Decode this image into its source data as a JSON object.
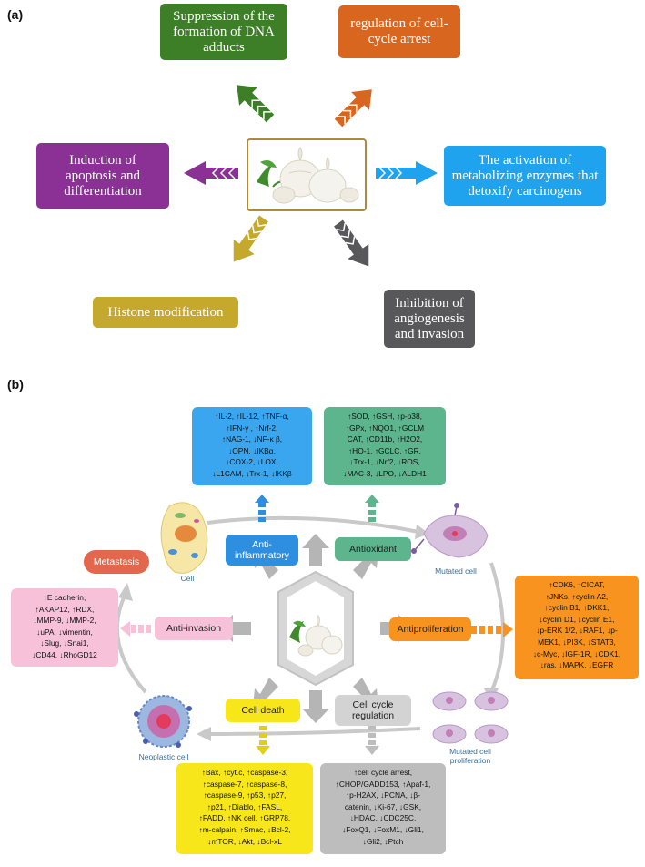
{
  "panel_a": {
    "label": "(a)",
    "boxes": [
      {
        "id": "suppression",
        "text": "Suppression of the formation of DNA adducts",
        "color": "#3c7f27"
      },
      {
        "id": "cell-cycle-arrest",
        "text": "regulation of cell-cycle arrest",
        "color": "#d9661f"
      },
      {
        "id": "apoptosis",
        "text": "Induction of apoptosis and differentiation",
        "color": "#8b3196"
      },
      {
        "id": "metabolizing",
        "text": "The activation of metabolizing enzymes that detoxify carcinogens",
        "color": "#1fa3ef"
      },
      {
        "id": "histone",
        "text": "Histone modification",
        "color": "#c5a92c"
      },
      {
        "id": "angiogenesis",
        "text": "Inhibition of angiogenesis and invasion",
        "color": "#58585a"
      }
    ]
  },
  "panel_b": {
    "label": "(b)",
    "mechanisms": {
      "anti_inflammatory": "Anti-inflammatory",
      "antioxidant": "Antioxidant",
      "antiproliferation": "Antiproliferation",
      "anti_invasion": "Anti-invasion",
      "cell_death": "Cell death",
      "cell_cycle": "Cell cycle regulation",
      "metastasis": "Metastasis"
    },
    "captions": {
      "cell": "Cell",
      "mutated": "Mutated cell",
      "mutated_prolif": "Mutated cell proliferation",
      "neoplastic": "Neoplastic cell"
    },
    "lists": {
      "inflammatory": [
        "↑IL-2, ↑IL-12, ↑TNF-α,",
        "↑IFN-γ , ↑Nrf-2,",
        "↑NAG-1, ↓NF-κ β,",
        "↓OPN, ↓IKBα,",
        "↓COX-2, ↓LOX,",
        "↓L1CAM, ↓Trx-1, ↓IKKβ"
      ],
      "antioxidant": [
        "↑SOD, ↑GSH, ↑p-p38,",
        "↑GPx, ↑NQO1, ↑GCLM",
        "CAT, ↑CD11b, ↑H2O2,",
        "↑HO-1, ↑GCLC, ↑GR,",
        "↓Trx-1, ↓Nrf2, ↓ROS,",
        "↓MAC-3, ↓LPO, ↓ALDH1"
      ],
      "proliferation": [
        "↑CDK6, ↑CICAT,",
        "↑JNKs, ↑cyclin A2,",
        "↑cyclin B1, ↑DKK1,",
        "↓cyclin D1, ↓cyclin E1,",
        "↓p-ERK 1/2, ↓RAF1, ↓p-",
        "MEK1, ↓PI3K, ↓STAT3,",
        "↓c-Myc, ↓IGF-1R, ↓CDK1,",
        "↓ras, ↓MAPK, ↓EGFR"
      ],
      "invasion": [
        "↑E cadherin,",
        "↑AKAP12, ↑RDX,",
        "↓MMP-9, ↓MMP-2,",
        "↓uPA, ↓vimentin,",
        "↓Slug, ↓Snai1,",
        "↓CD44, ↓RhoGD12"
      ],
      "death": [
        "↑Bax, ↑cyt.c, ↑caspase-3,",
        "↑caspase-7, ↑caspase-8,",
        "↑caspase-9, ↑p53, ↑p27,",
        "↑p21, ↑Diablo, ↑FASL,",
        "↑FADD, ↑NK cell, ↑GRP78,",
        "↑m-calpain, ↑Smac, ↓Bcl-2,",
        "↓mTOR, ↓Akt, ↓Bcl-xL"
      ],
      "cycle": [
        "↑cell cycle arrest,",
        "↑CHOP/GADD153, ↑Apaf-1,",
        "↑p-H2AX, ↓PCNA, ↓β-",
        "catenin, ↓Ki-67, ↓GSK,",
        "↓HDAC, ↓CDC25C,",
        "↓FoxQ1, ↓FoxM1, ↓Gli1,",
        "↓Gli2, ↓Ptch"
      ]
    }
  },
  "colors": {
    "green": "#3c7f27",
    "orange": "#d9661f",
    "purple": "#8b3196",
    "blue": "#1fa3ef",
    "olive": "#c5a92c",
    "gray": "#58585a",
    "list_blue": "#3aa6f0",
    "list_green": "#5cb58c",
    "list_orange": "#f7931e",
    "list_pink": "#f7c2d9",
    "list_yellow": "#f7e61a",
    "list_gray": "#bdbdbd",
    "metastasis": "#e2674d"
  }
}
